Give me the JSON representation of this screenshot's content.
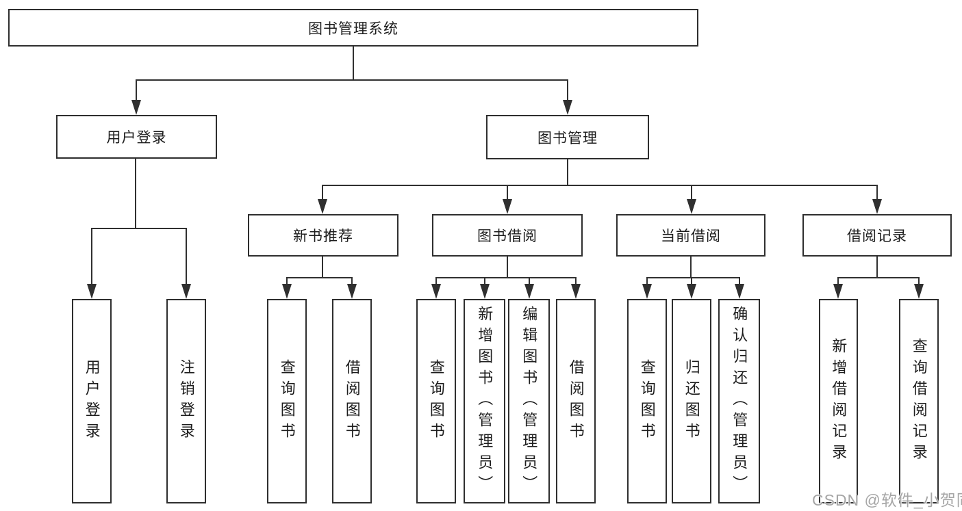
{
  "diagram": {
    "root": {
      "label": "图书管理系统"
    },
    "branches": [
      {
        "label": "用户登录",
        "children": [
          {
            "label": "用户登录"
          },
          {
            "label": "注销登录"
          }
        ]
      },
      {
        "label": "图书管理",
        "children": [
          {
            "label": "新书推荐",
            "children": [
              {
                "label": "查询图书"
              },
              {
                "label": "借阅图书"
              }
            ]
          },
          {
            "label": "图书借阅",
            "children": [
              {
                "label": "查询图书"
              },
              {
                "label": "新增图书（管理员）"
              },
              {
                "label": "编辑图书（管理员）"
              },
              {
                "label": "借阅图书"
              }
            ]
          },
          {
            "label": "当前借阅",
            "children": [
              {
                "label": "查询图书"
              },
              {
                "label": "归还图书"
              },
              {
                "label": "确认归还（管理员）"
              }
            ]
          },
          {
            "label": "借阅记录",
            "children": [
              {
                "label": "新增借阅记录"
              },
              {
                "label": "查询借阅记录"
              }
            ]
          }
        ]
      }
    ]
  },
  "watermark": {
    "text": "CSDN @软件_小贺同学"
  },
  "colors": {
    "background": "#ffffff",
    "line": "#303030",
    "box_border": "#2e2e2e",
    "text": "#1d1d1d",
    "watermark": "#9e9e9e"
  }
}
